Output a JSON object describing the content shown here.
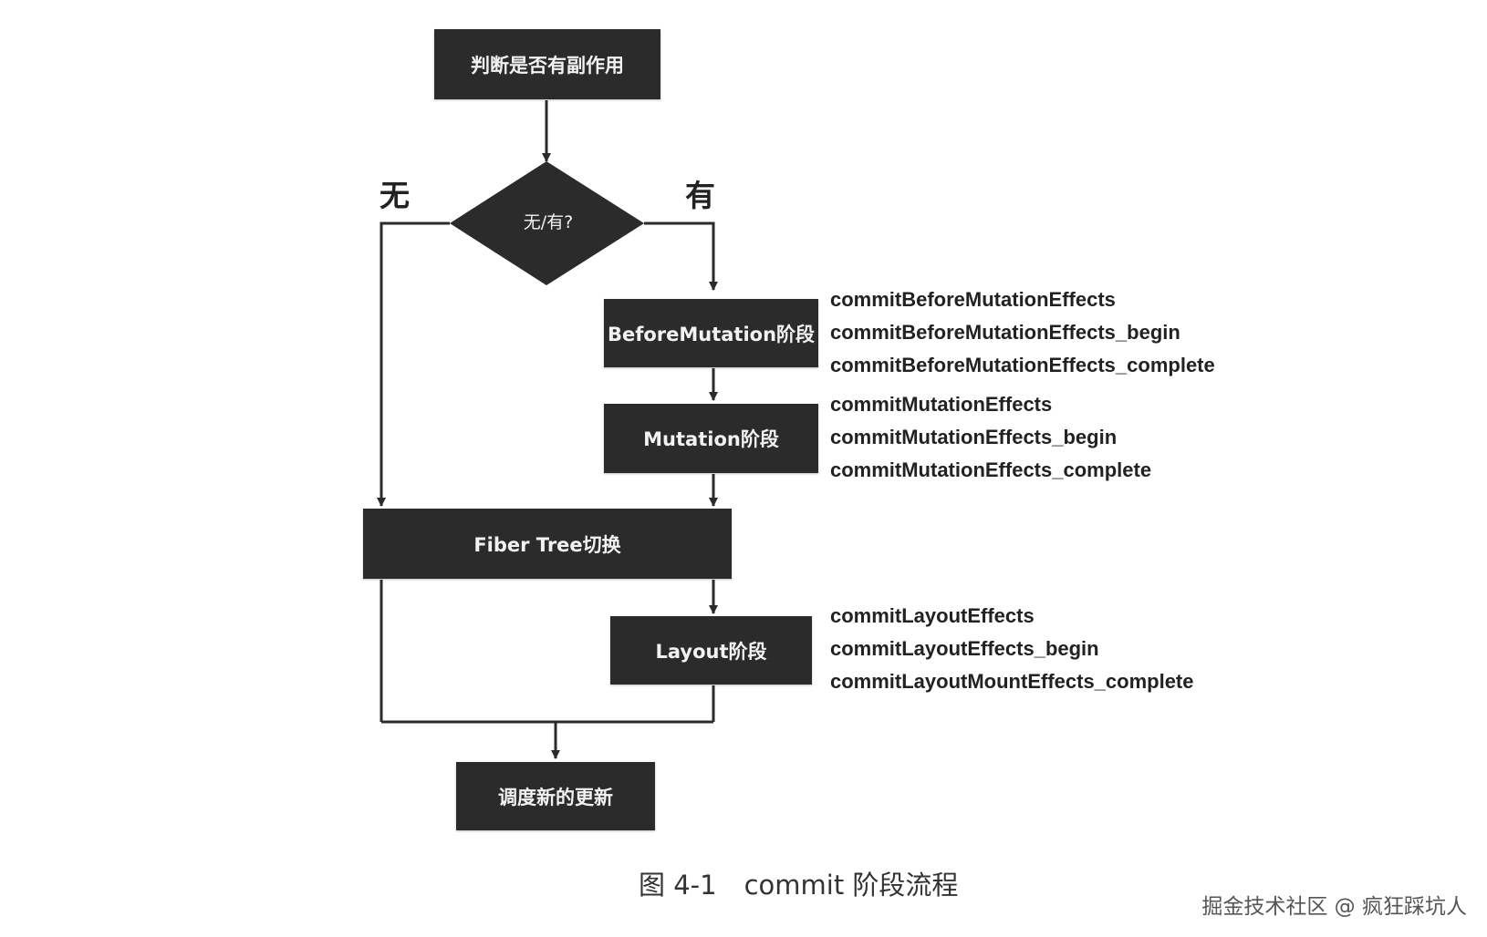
{
  "nodes": {
    "start": "判断是否有副作用",
    "decision": "无/有?",
    "before_mutation": "BeforeMutation阶段",
    "mutation": "Mutation阶段",
    "fiber_tree": "Fiber Tree切换",
    "layout": "Layout阶段",
    "end": "调度新的更新"
  },
  "branch_labels": {
    "no": "无",
    "yes": "有"
  },
  "function_groups": {
    "before_mutation": [
      "commitBeforeMutationEffects",
      "commitBeforeMutationEffects_begin",
      "commitBeforeMutationEffects_complete"
    ],
    "mutation": [
      "commitMutationEffects",
      "commitMutationEffects_begin",
      "commitMutationEffects_complete"
    ],
    "layout": [
      "commitLayoutEffects",
      "commitLayoutEffects_begin",
      "commitLayoutMountEffects_complete"
    ]
  },
  "caption": {
    "figure_number": "图 4-1",
    "title": "commit 阶段流程"
  },
  "watermark": "掘金技术社区 @ 疯狂踩坑人",
  "colors": {
    "node_fill": "#2b2b2b",
    "node_text": "#f2f2f2",
    "line": "#2b2b2b",
    "text": "#222222"
  }
}
